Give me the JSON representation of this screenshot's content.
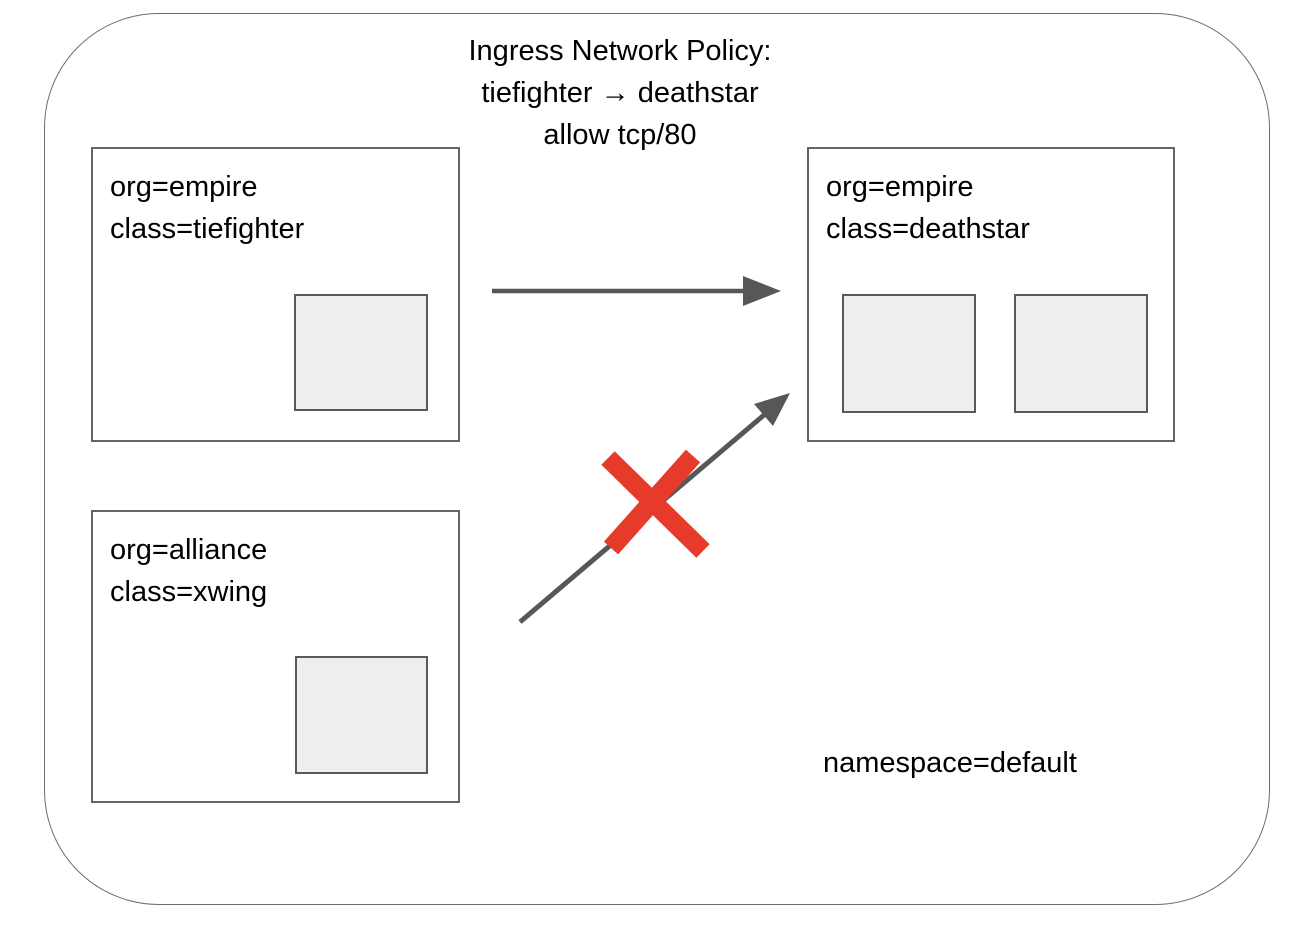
{
  "title": {
    "line1": "Ingress Network Policy:",
    "line2": "tiefighter → deathstar",
    "line3": "allow tcp/80"
  },
  "namespace_label": "namespace=default",
  "nodes": [
    {
      "id": "tiefighter",
      "labels": [
        "org=empire",
        "class=tiefighter"
      ],
      "pod_count": 1
    },
    {
      "id": "xwing",
      "labels": [
        "org=alliance",
        "class=xwing"
      ],
      "pod_count": 1
    },
    {
      "id": "deathstar",
      "labels": [
        "org=empire",
        "class=deathstar"
      ],
      "pod_count": 2
    }
  ],
  "edges": [
    {
      "from": "tiefighter",
      "to": "deathstar",
      "status": "allowed"
    },
    {
      "from": "xwing",
      "to": "deathstar",
      "status": "blocked"
    }
  ],
  "colors": {
    "arrow": "#565759",
    "blocked_cross": "#e63a2b",
    "box_border": "#636567",
    "pod_fill": "#eeeeee",
    "boundary_border": "#6b6d70",
    "text": "#000000"
  }
}
